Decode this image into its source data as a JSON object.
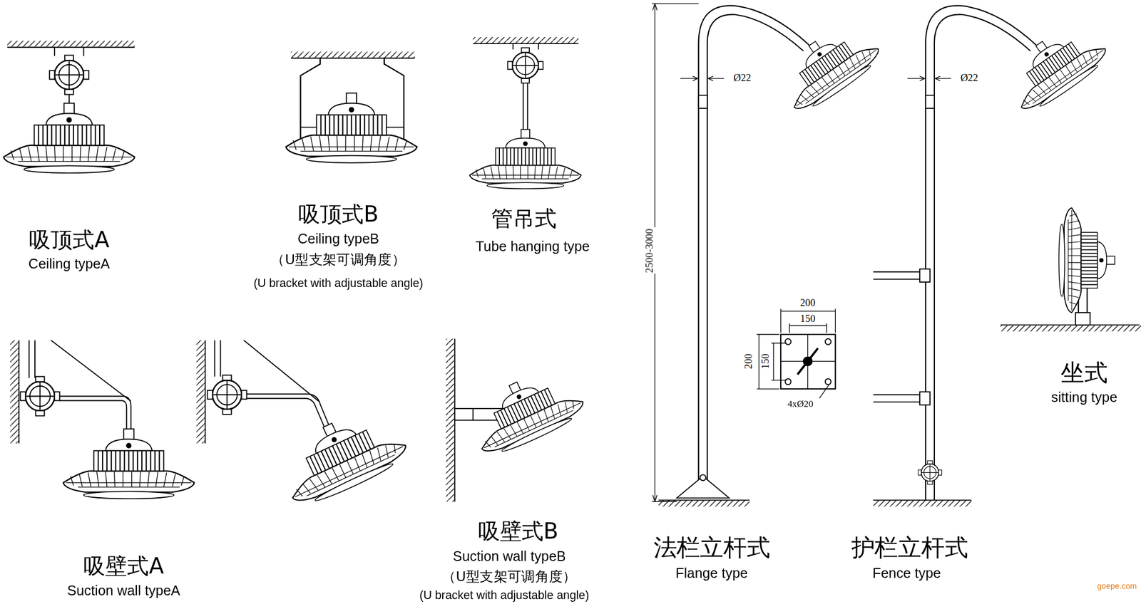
{
  "diagram": {
    "labels": [
      "吸顶式A",
      "Ceiling typeA",
      "吸顶式B",
      "Ceiling typeB",
      "（U型支架可调角度）",
      "(U bracket with adjustable angle)",
      "管吊式",
      "Tube hanging type",
      "吸壁式A",
      "Suction wall typeA",
      "吸壁式B",
      "Suction wall typeB",
      "（U型支架可调角度）",
      "(U bracket with adjustable angle)",
      "法栏立杆式",
      "Flange type",
      "护栏立杆式",
      "Fence type",
      "坐式",
      "sitting type",
      "Ø22",
      "Ø22",
      "2500-3000",
      "200",
      "150",
      "200",
      "150",
      "4xØ20",
      "goepe.com"
    ]
  }
}
